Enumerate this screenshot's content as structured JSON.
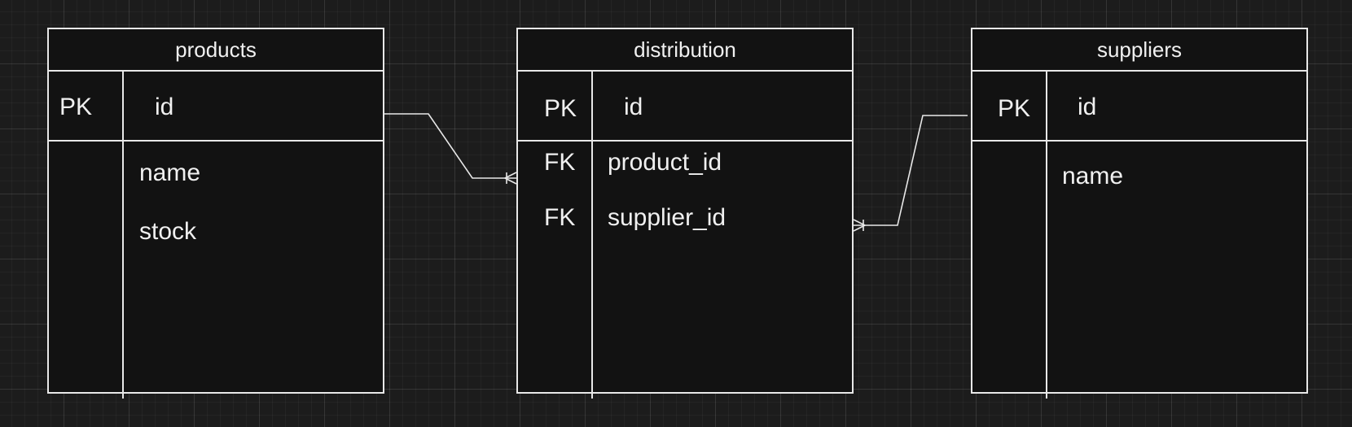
{
  "entities": {
    "products": {
      "title": "products",
      "pk_key": "PK",
      "pk_field": "id",
      "fields": [
        "name",
        "stock"
      ]
    },
    "distribution": {
      "title": "distribution",
      "pk_key": "PK",
      "pk_field": "id",
      "fk_keys": [
        "FK",
        "FK"
      ],
      "fields": [
        "product_id",
        "supplier_id"
      ]
    },
    "suppliers": {
      "title": "suppliers",
      "pk_key": "PK",
      "pk_field": "id",
      "fields": [
        "name"
      ]
    }
  },
  "relationships": [
    {
      "from": "products.id",
      "to": "distribution.product_id",
      "cardinality": "one-to-many"
    },
    {
      "from": "suppliers.id",
      "to": "distribution.supplier_id",
      "cardinality": "one-to-many"
    }
  ],
  "colors": {
    "background": "#1c1c1c",
    "entity_fill": "#121212",
    "stroke": "#e8e8e8",
    "text": "#f0f0f0"
  }
}
